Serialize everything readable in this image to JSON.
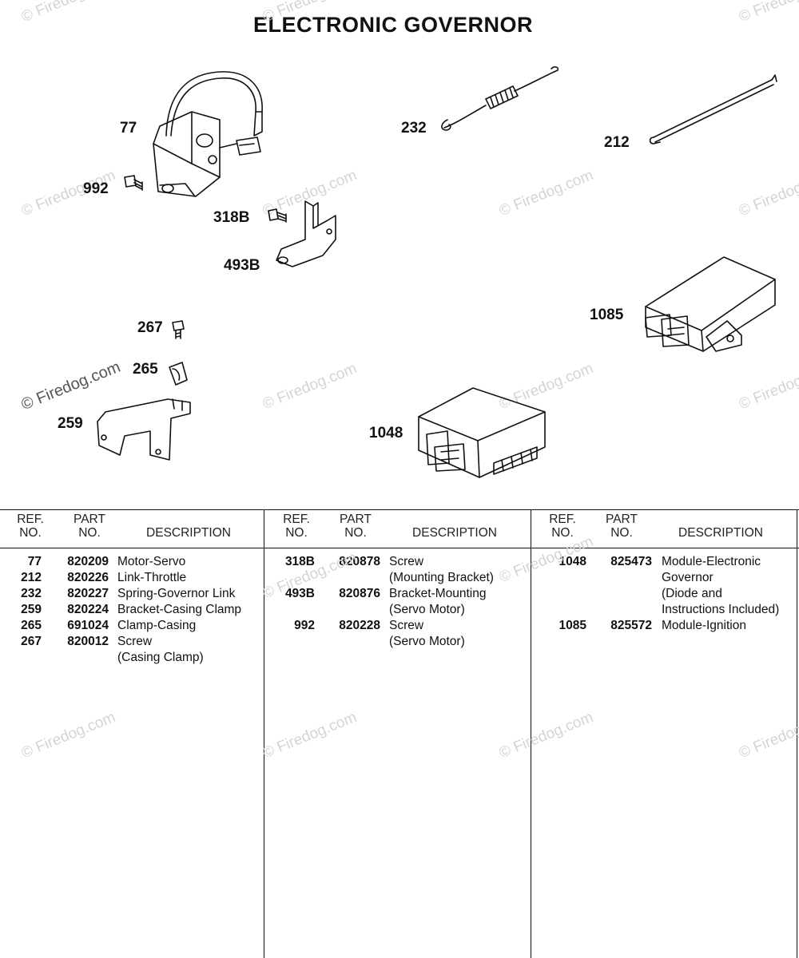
{
  "title": "ELECTRONIC GOVERNOR",
  "watermark_text": "© Firedog.com",
  "callouts": [
    "77",
    "992",
    "318B",
    "493B",
    "232",
    "212",
    "1085",
    "267",
    "265",
    "259",
    "1048"
  ],
  "table": {
    "headers": {
      "ref": "REF.\nNO.",
      "part": "PART\nNO.",
      "description": "DESCRIPTION"
    },
    "columns": [
      {
        "rows": [
          {
            "ref": "77",
            "part": "820209",
            "description": "Motor-Servo"
          },
          {
            "ref": "212",
            "part": "820226",
            "description": "Link-Throttle"
          },
          {
            "ref": "232",
            "part": "820227",
            "description": "Spring-Governor Link"
          },
          {
            "ref": "259",
            "part": "820224",
            "description": "Bracket-Casing Clamp"
          },
          {
            "ref": "265",
            "part": "691024",
            "description": "Clamp-Casing"
          },
          {
            "ref": "267",
            "part": "820012",
            "description": "Screw\n(Casing Clamp)"
          }
        ]
      },
      {
        "rows": [
          {
            "ref": "318B",
            "part": "820878",
            "description": "Screw\n(Mounting Bracket)"
          },
          {
            "ref": "493B",
            "part": "820876",
            "description": "Bracket-Mounting\n(Servo Motor)"
          },
          {
            "ref": "992",
            "part": "820228",
            "description": "Screw\n(Servo Motor)"
          }
        ]
      },
      {
        "rows": [
          {
            "ref": "1048",
            "part": "825473",
            "description": "Module-Electronic\nGovernor\n(Diode and\nInstructions Included)"
          },
          {
            "ref": "1085",
            "part": "825572",
            "description": "Module-Ignition"
          }
        ]
      }
    ]
  }
}
